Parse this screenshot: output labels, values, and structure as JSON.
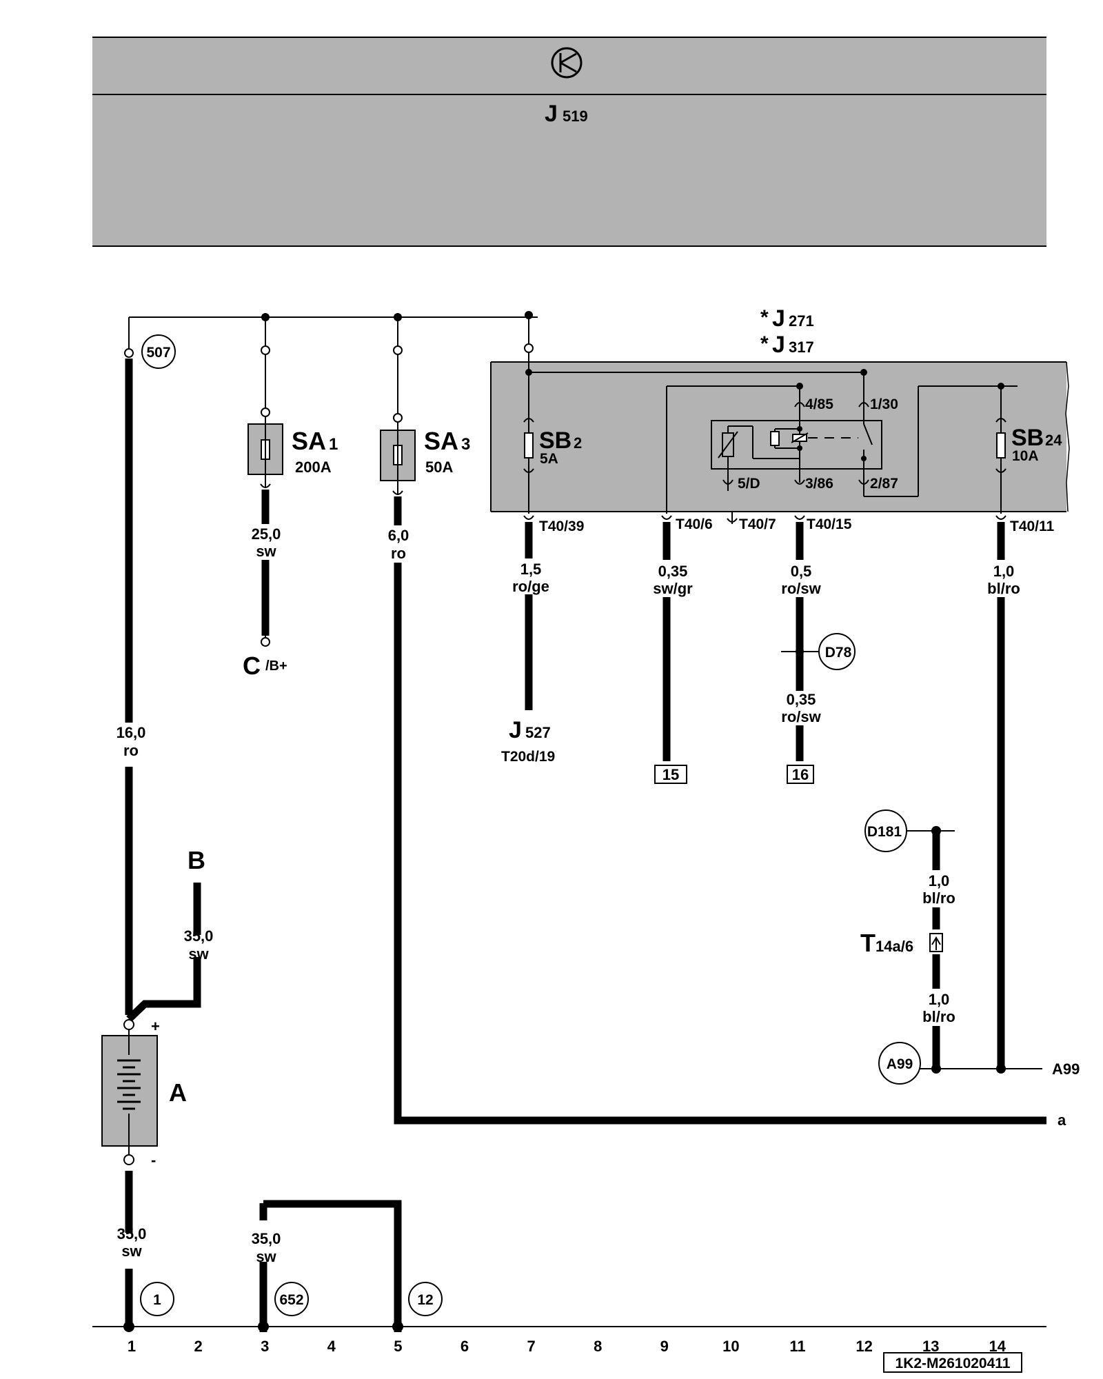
{
  "header": {
    "control_unit": "J",
    "control_unit_sub": "519"
  },
  "relay_box": {
    "star1": "*",
    "name1": "J",
    "sub1": "271",
    "star2": "*",
    "name2": "J",
    "sub2": "317",
    "pin_4_85": "4/85",
    "pin_1_30": "1/30",
    "pin_5_d": "5/D",
    "pin_3_86": "3/86",
    "pin_2_87": "2/87"
  },
  "fuses": {
    "sa1_name": "SA",
    "sa1_sub": "1",
    "sa1_rating": "200A",
    "sa3_name": "SA",
    "sa3_sub": "3",
    "sa3_rating": "50A",
    "sb2_name": "SB",
    "sb2_sub": "2",
    "sb2_rating": "5A",
    "sb24_name": "SB",
    "sb24_sub": "24",
    "sb24_rating": "10A"
  },
  "connectors": {
    "t40_39": "T40/39",
    "t40_6": "T40/6",
    "t40_7": "T40/7",
    "t40_15": "T40/15",
    "t40_11": "T40/11"
  },
  "wires": {
    "w1_size": "16,0",
    "w1_color": "ro",
    "w1b_size": "35,0",
    "w1b_color": "sw",
    "w3_size": "25,0",
    "w3_color": "sw",
    "wb_size": "35,0",
    "wb_color": "sw",
    "w5_size": "6,0",
    "w5_color": "ro",
    "w7_size": "1,5",
    "w7_color": "ro/ge",
    "w9_size": "0,35",
    "w9_color": "sw/gr",
    "w11a_size": "0,5",
    "w11a_color": "ro/sw",
    "w11b_size": "0,35",
    "w11b_color": "ro/sw",
    "w14_size": "1,0",
    "w14_color": "bl/ro",
    "w13a_size": "1,0",
    "w13a_color": "bl/ro",
    "w13b_size": "1,0",
    "w13b_color": "bl/ro",
    "w3b_size": "35,0",
    "w3b_color": "sw"
  },
  "terminals": {
    "c_name": "C",
    "c_sub": "/B+",
    "b_name": "B",
    "battery_name": "A",
    "battery_plus": "+",
    "battery_minus": "-",
    "j527_name": "J",
    "j527_sub": "527",
    "j527_pin": "T20d/19",
    "box_15": "15",
    "box_16": "16",
    "t14a_name": "T",
    "t14a_sub": "14a/6",
    "a99_right": "A99",
    "a_right": "a"
  },
  "circles": {
    "c507": "507",
    "cd78": "D78",
    "cd181": "D181",
    "ca99": "A99",
    "c1": "1",
    "c652": "652",
    "c12": "12"
  },
  "scale": [
    "1",
    "2",
    "3",
    "4",
    "5",
    "6",
    "7",
    "8",
    "9",
    "10",
    "11",
    "12",
    "13",
    "14"
  ],
  "doc_code": "1K2-M261020411"
}
